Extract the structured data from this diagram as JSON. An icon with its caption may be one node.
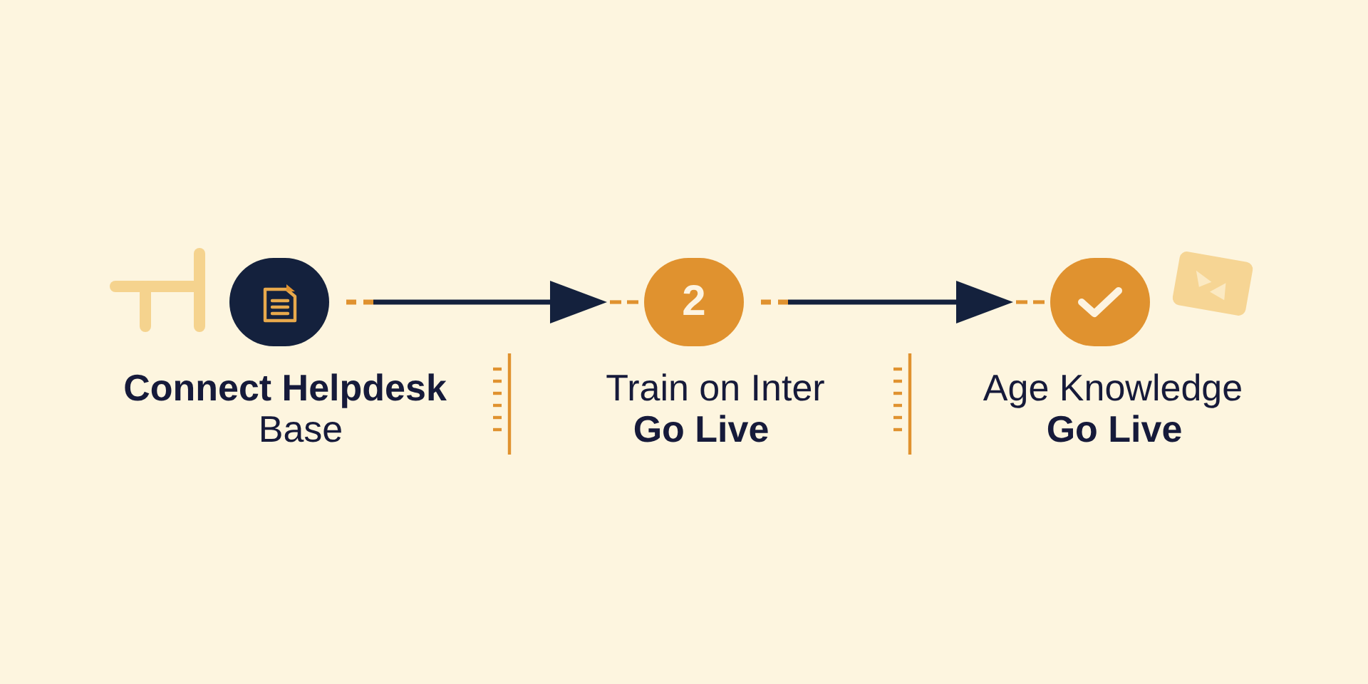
{
  "diagram": {
    "nodes": [
      {
        "text": [],
        "shape": "circle",
        "beside": [
          "Connect Helpdesk",
          "Base"
        ]
      },
      {
        "text": [
          "2"
        ],
        "beside": [
          "Train on Inter",
          "Go Live"
        ]
      },
      {
        "text": [],
        "shape": "circle",
        "beside": [
          "Age Knowledge",
          "Go Live"
        ]
      }
    ],
    "edges": [
      {
        "from": 0,
        "to": 1,
        "arrow": "to"
      },
      {
        "from": 1,
        "to": 2,
        "arrow": "to"
      }
    ]
  }
}
